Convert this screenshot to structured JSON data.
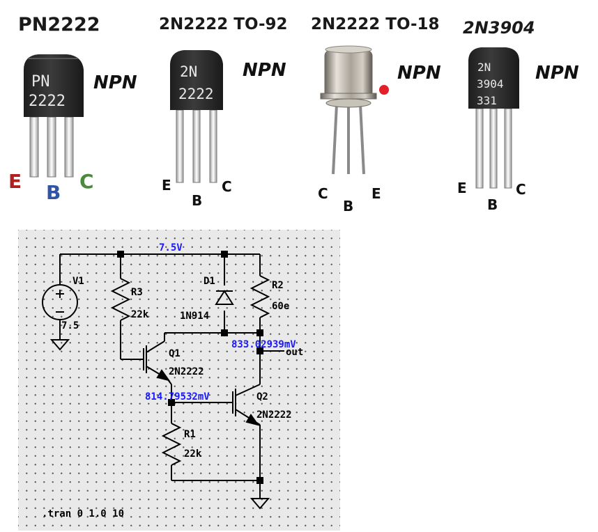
{
  "packages": [
    {
      "title": "PN2222",
      "polarity": "NPN",
      "body_lines": [
        "PN",
        "2222"
      ],
      "pins": [
        "E",
        "B",
        "C"
      ],
      "pin_colors": [
        "#b02020",
        "#2f55a4",
        "#4a8a3a"
      ]
    },
    {
      "title": "2N2222 TO-92",
      "polarity": "NPN",
      "body_lines": [
        "2N",
        "2222"
      ],
      "pins": [
        "E",
        "B",
        "C"
      ]
    },
    {
      "title": "2N2222 TO-18",
      "polarity": "NPN",
      "body_lines": [],
      "pins": [
        "C",
        "B",
        "E"
      ],
      "marker_color": "#e3202a"
    },
    {
      "title": "2N3904",
      "polarity": "NPN",
      "body_lines": [
        "2N",
        "3904",
        "331"
      ],
      "pins": [
        "E",
        "B",
        "C"
      ]
    }
  ],
  "schematic": {
    "wire_color": "#000000",
    "value_color": "#1a1aff",
    "supply_node": "7.5V",
    "v1": {
      "name": "V1",
      "value": "7.5"
    },
    "r3": {
      "name": "R3",
      "value": "22k"
    },
    "d1": {
      "name": "D1",
      "value": "1N914"
    },
    "r2": {
      "name": "R2",
      "value": "60e"
    },
    "q1": {
      "name": "Q1",
      "value": "2N2222"
    },
    "q2": {
      "name": "Q2",
      "value": "2N2222"
    },
    "r1": {
      "name": "R1",
      "value": "22k"
    },
    "out_label": "out",
    "node_out_voltage": "833.02939mV",
    "node_q2b_voltage": "814.79532mV",
    "directive": ".tran 0 1.0 10"
  }
}
